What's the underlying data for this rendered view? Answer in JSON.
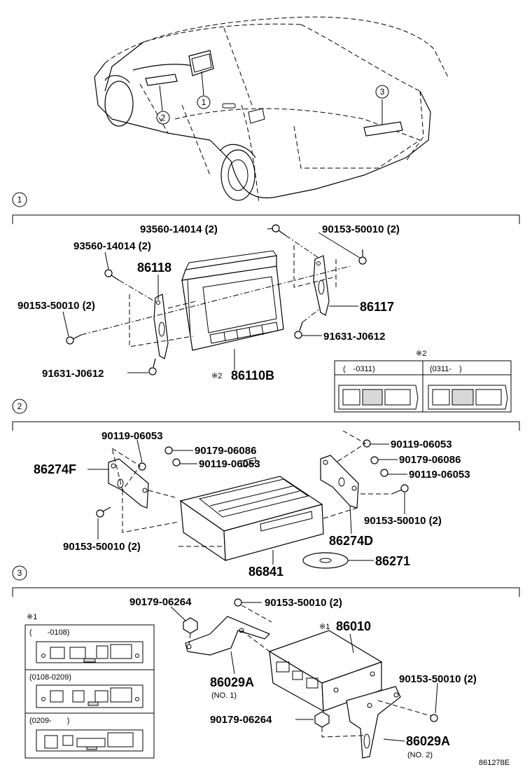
{
  "callouts": {
    "c1": "1",
    "c2": "2",
    "c3": "3"
  },
  "section1": {
    "number": "1",
    "lbl_93560_top": "93560-14014 (2)",
    "lbl_90153_top": "90153-50010 (2)",
    "lbl_93560_left": "93560-14014 (2)",
    "lbl_86118": "86118",
    "lbl_90153_left": "90153-50010 (2)",
    "lbl_86117": "86117",
    "lbl_91631_right": "91631-J0612",
    "lbl_91631_left": "91631-J0612",
    "lbl_86110b_mark": "※2",
    "lbl_86110b": "86110B",
    "note_mark": "※2",
    "note_col1": "(　-0311)",
    "note_col2": "(0311-　)"
  },
  "section2": {
    "number": "2",
    "lbl_90119_tl": "90119-06053",
    "lbl_90179_l": "90179-06086",
    "lbl_90119_l": "90119-06053",
    "lbl_86274f": "86274F",
    "lbl_90153_l": "90153-50010 (2)",
    "lbl_90119_tr": "90119-06053",
    "lbl_90179_r": "90179-06086",
    "lbl_90119_r": "90119-06053",
    "lbl_90153_r": "90153-50010 (2)",
    "lbl_86274d": "86274D",
    "lbl_86841": "86841",
    "lbl_86271": "86271"
  },
  "section3": {
    "number": "3",
    "lbl_90179_top": "90179-06264",
    "lbl_90153_top": "90153-50010 (2)",
    "lbl_86010_mark": "※1",
    "lbl_86010": "86010",
    "lbl_90153_right": "90153-50010 (2)",
    "lbl_86029a_1": "86029A",
    "lbl_no1": "(NO. 1)",
    "lbl_90179_mid": "90179-06264",
    "lbl_86029a_2": "86029A",
    "lbl_no2": "(NO. 2)",
    "note_mark": "※1",
    "note_row1": "(　　-0108)",
    "note_row2": "(0108-0209)",
    "note_row3": "(0209-　　)"
  },
  "figure_code": "861278E"
}
